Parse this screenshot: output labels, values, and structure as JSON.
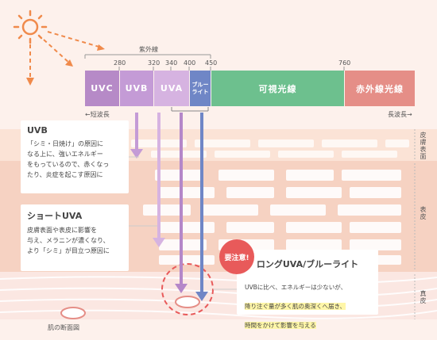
{
  "spectrum": {
    "range_label": "紫外線",
    "ticks": [
      "280",
      "320",
      "340",
      "400",
      "450",
      "760"
    ],
    "bands": [
      {
        "label": "UVC",
        "color": "#b68ac7"
      },
      {
        "label": "UVB",
        "color": "#c49bd6"
      },
      {
        "label": "UVA",
        "color": "#d6b3e1"
      },
      {
        "label": "ブルー\nライト",
        "color": "#6f86c6"
      },
      {
        "label": "可視光線",
        "color": "#6dc08e"
      },
      {
        "label": "赤外線光線",
        "color": "#e58e87"
      }
    ],
    "short_label": "←短波長",
    "long_label": "長波長→"
  },
  "layers": {
    "epidermis_surface": "皮膚表面",
    "epidermis": "表皮",
    "dermis": "真皮",
    "caption": "肌の断面図"
  },
  "uvb": {
    "title": "UVB",
    "body": "「シミ・日焼け」の原因に\nなる上に、強いエネルギー\nをもっているので、赤くなっ\nたり、炎症を起こす原因に"
  },
  "short_uva": {
    "title": "ショートUVA",
    "body": "皮膚表面や表皮に影響を\n与え、メラニンが濃くなり、\nより「シミ」が目立つ原因に"
  },
  "long_uva": {
    "badge": "要注意!",
    "title": "ロングUVA/ブルーライト",
    "line1": "UVBに比べ、エネルギーは少ないが、",
    "line2": "降り注ぐ量が多く肌の奥深くへ届き、",
    "line3": "時間をかけて影響を与える"
  },
  "colors": {
    "sun": "#f08a4b",
    "uvb_arrow": "#b487c9",
    "uva_arrow": "#c9a6df",
    "blue_arrow": "#6f86c6",
    "warn": "#e85a5a"
  }
}
